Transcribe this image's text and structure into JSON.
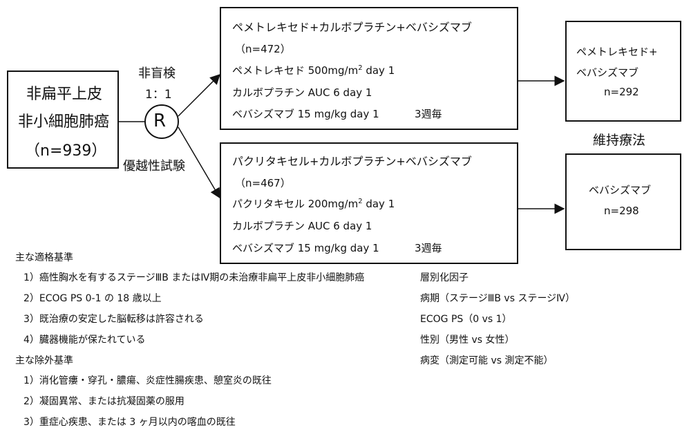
{
  "population": {
    "line1": "非扁平上皮",
    "line2": "非小細胞肺癌",
    "line3": "（n=939）"
  },
  "design": {
    "blinding": "非盲検",
    "ratio": "1：1",
    "randomization_symbol": "R",
    "trial_type": "優越性試験"
  },
  "arm_a": {
    "title": "ペメトレキセド+カルボプラチン+ベバシズマブ",
    "n": "（n=472）",
    "drug1": "ペメトレキセド 500mg/m",
    "drug1_sup": "2",
    "drug1_suffix": " day 1",
    "drug2": "カルボプラチン AUC 6 day 1",
    "drug3": "ベバシズマブ 15 mg/kg day 1",
    "cycle": "3週毎"
  },
  "arm_b": {
    "title": "パクリタキセル+カルボプラチン+ベバシズマブ",
    "n": "（n=467）",
    "drug1": "パクリタキセル 200mg/m",
    "drug1_sup": "2",
    "drug1_suffix": " day 1",
    "drug2": "カルボプラチン AUC 6 day 1",
    "drug3": "ベバシズマブ 15 mg/kg day 1",
    "cycle": "3週毎"
  },
  "maintenance": {
    "label": "維持療法",
    "a_line1": "ペメトレキセド+",
    "a_line2": "ベバシズマブ",
    "a_n": "n=292",
    "b_line1": "ベバシズマブ",
    "b_n": "n=298"
  },
  "inclusion": {
    "heading": "主な適格基準",
    "items": [
      "1）癌性胸水を有するステージⅢB またはⅣ期の未治療非扁平上皮非小細胞肺癌",
      "2）ECOG PS 0-1 の 18 歳以上",
      "3）既治療の安定した脳転移は許容される",
      "4）臓器機能が保たれている"
    ]
  },
  "exclusion": {
    "heading": "主な除外基準",
    "items": [
      "1）消化管瘻・穿孔・膿瘍、炎症性腸疾患、憩室炎の既往",
      "2）凝固異常、または抗凝固薬の服用",
      "3）重症心疾患、または 3 ヶ月以内の喀血の既往"
    ]
  },
  "stratification": {
    "heading": "層別化因子",
    "items": [
      "病期（ステージⅢB vs ステージⅣ）",
      "ECOG PS（0 vs 1）",
      "性別（男性 vs 女性）",
      "病変（測定可能 vs 測定不能）"
    ]
  }
}
